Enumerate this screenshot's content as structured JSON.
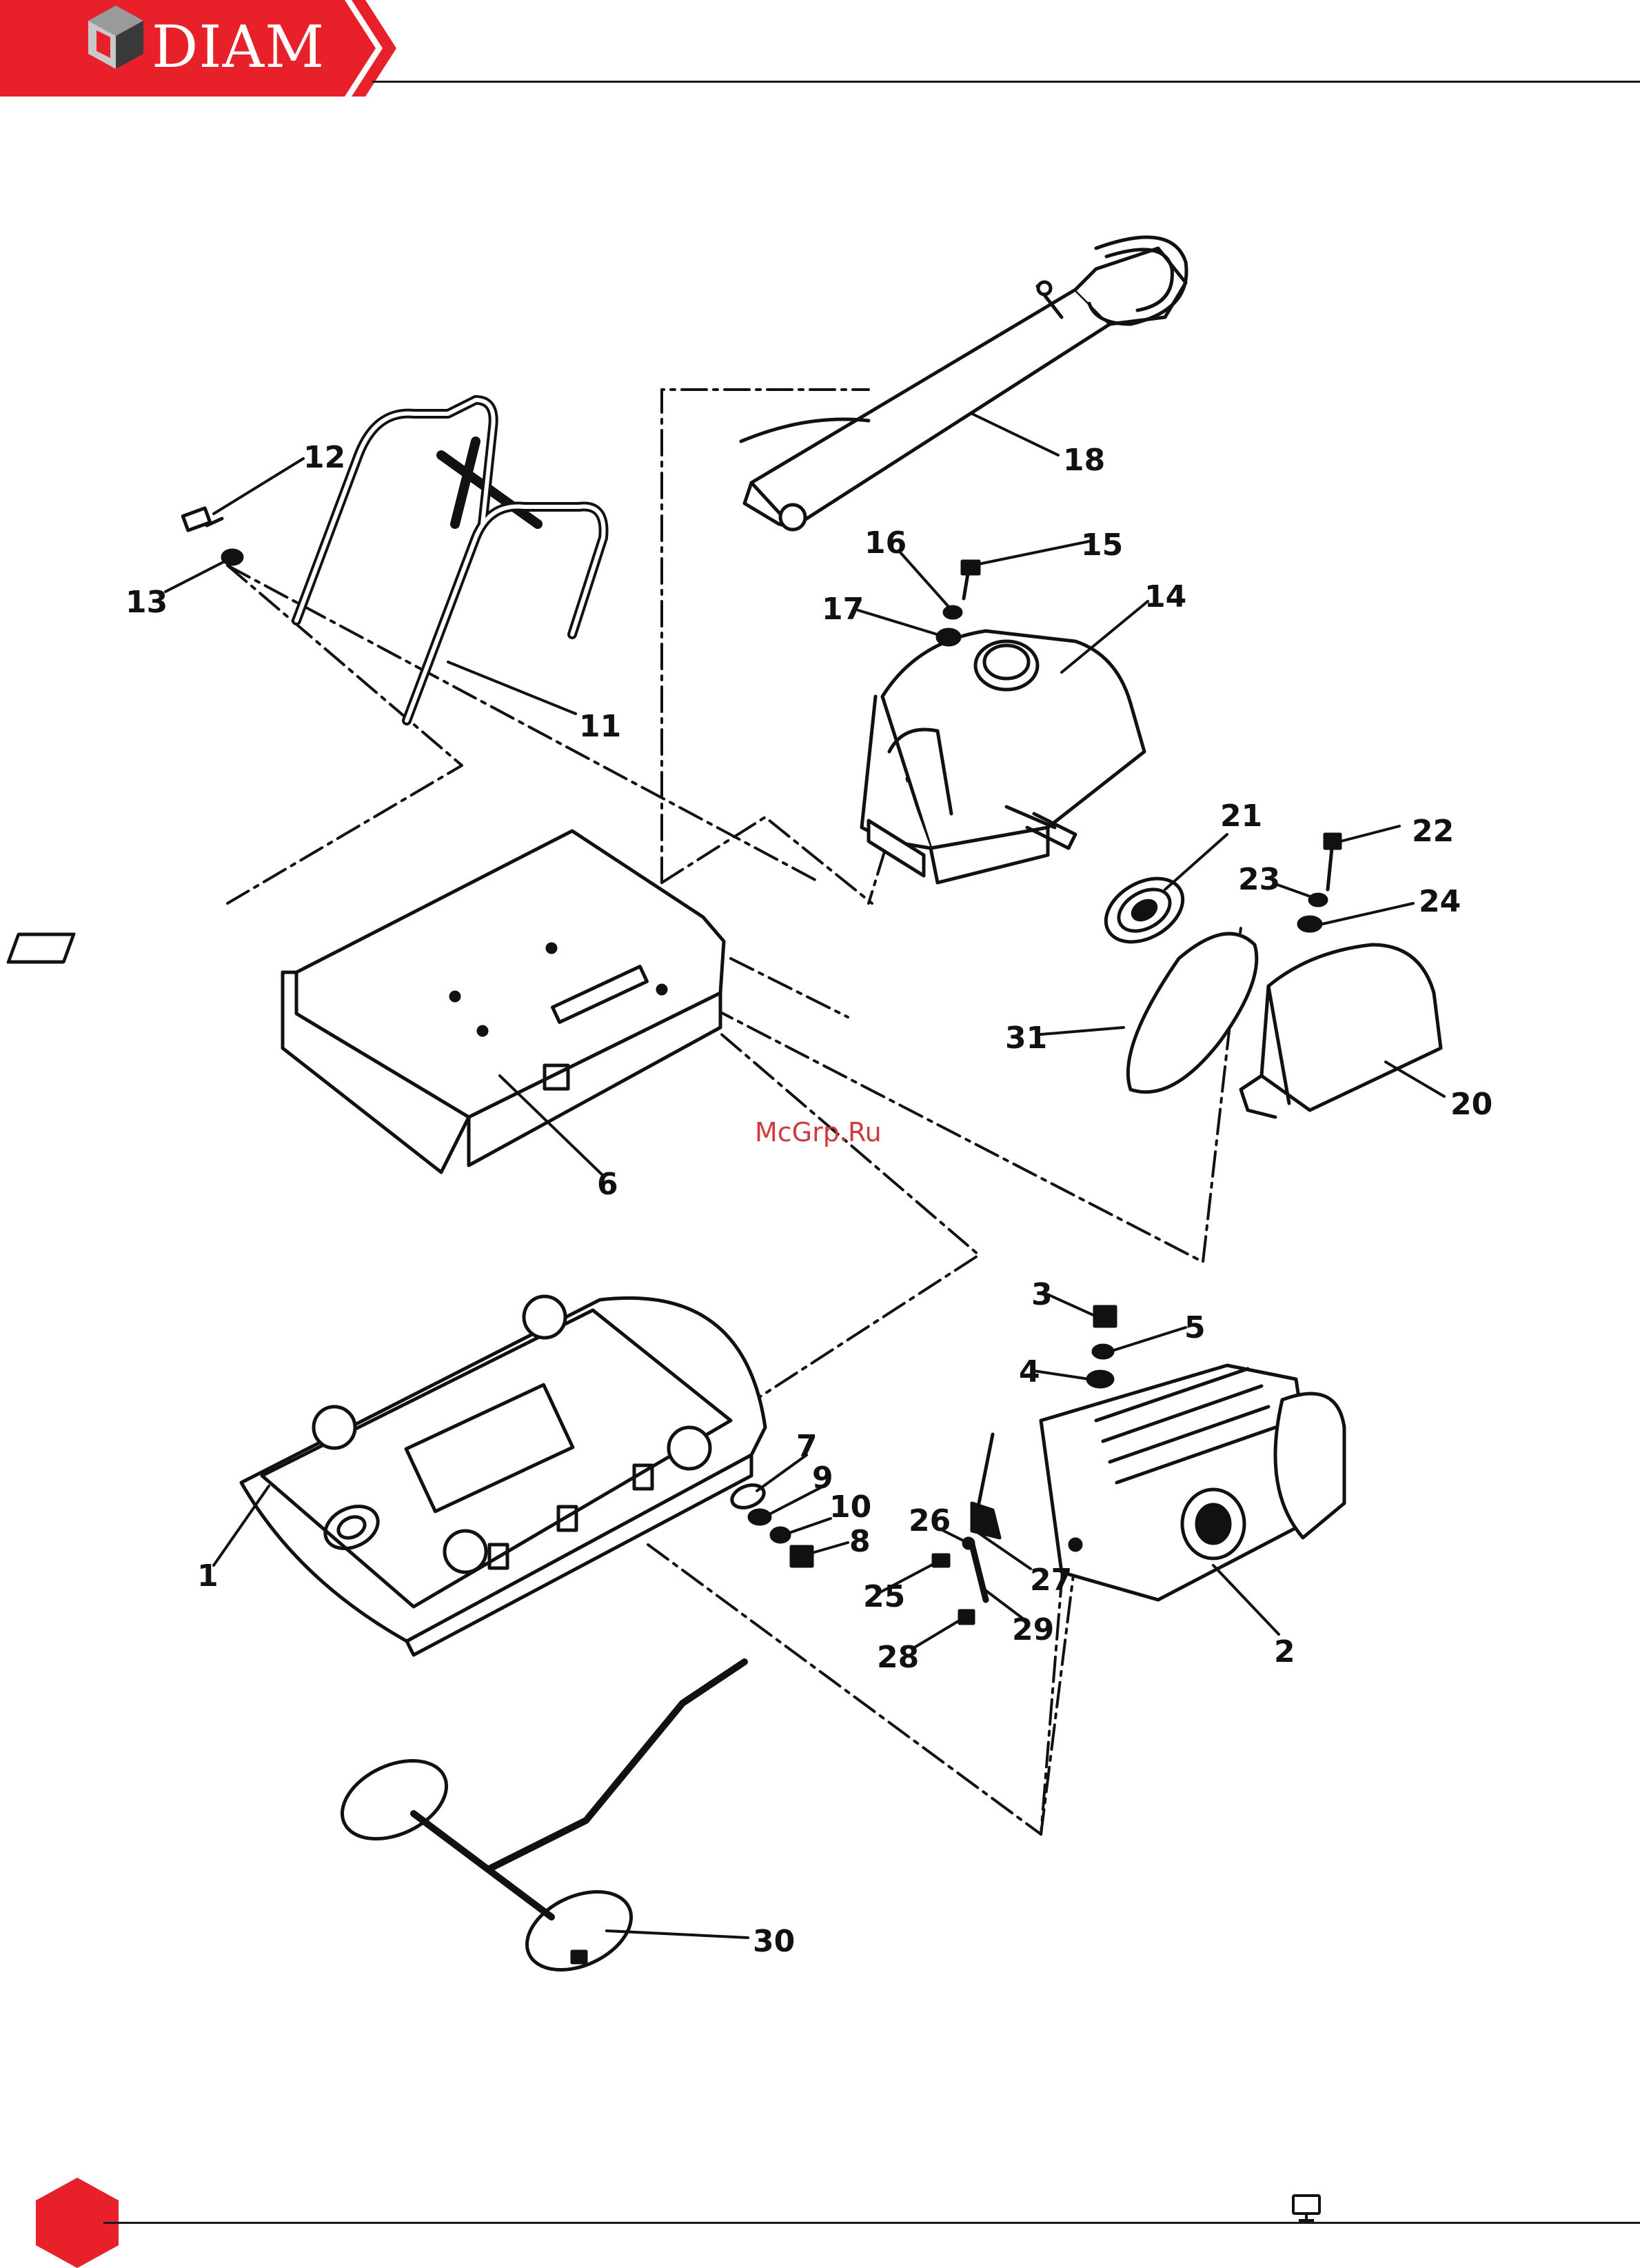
{
  "header": {
    "brand": "DIAM",
    "colors": {
      "accent": "#e8202a",
      "rule": "#1a1a1a"
    },
    "logo_icon": "cube-logo-icon"
  },
  "watermark": {
    "text": "McGrp.Ru"
  },
  "diagram": {
    "labels": {
      "p1": "1",
      "p2": "2",
      "p3": "3",
      "p4": "4",
      "p5": "5",
      "p6": "6",
      "p7": "7",
      "p8": "8",
      "p9": "9",
      "p10": "10",
      "p11": "11",
      "p12": "12",
      "p13": "13",
      "p14": "14",
      "p15": "15",
      "p16": "16",
      "p17": "17",
      "p18": "18",
      "p20": "20",
      "p21": "21",
      "p22": "22",
      "p23": "23",
      "p24": "24",
      "p25": "25",
      "p26": "26",
      "p27": "27",
      "p28": "28",
      "p29": "29",
      "p30": "30",
      "p31": "31"
    }
  },
  "footer": {
    "icon": "monitor-icon",
    "hex_color": "#e8202a"
  }
}
